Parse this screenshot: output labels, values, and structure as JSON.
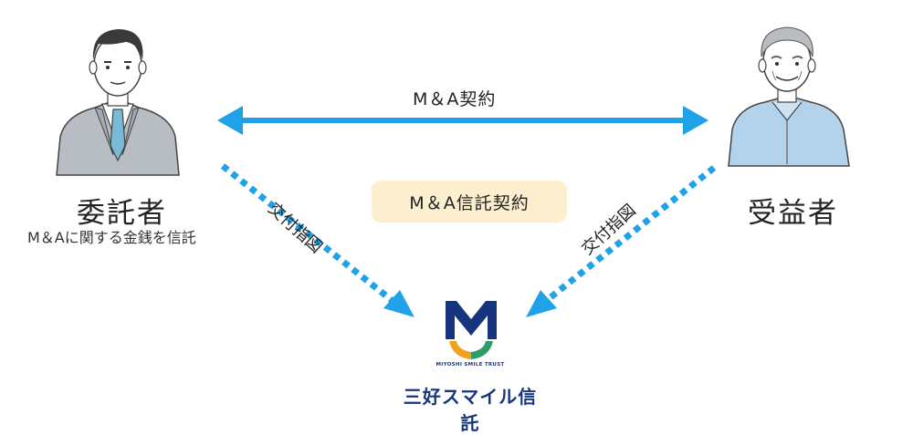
{
  "parties": {
    "left": {
      "name": "委託者",
      "caption": "M＆Aに関する金銭を信託"
    },
    "right": {
      "name": "受益者"
    }
  },
  "center": {
    "contract_label": "M＆A契約",
    "trust_contract_label": "M＆A信託契約"
  },
  "edges": {
    "left_instruction": "交付指図",
    "right_instruction": "交付指図"
  },
  "trustee": {
    "logo_subtext": "MIYOSHI SMILE TRUST",
    "name": "三好スマイル信託"
  },
  "colors": {
    "arrow": "#1fa2e8",
    "badge_bg": "#fdeecf",
    "brand_navy": "#17357e",
    "brand_orange": "#f0a21c",
    "brand_green": "#2f9a6a"
  }
}
